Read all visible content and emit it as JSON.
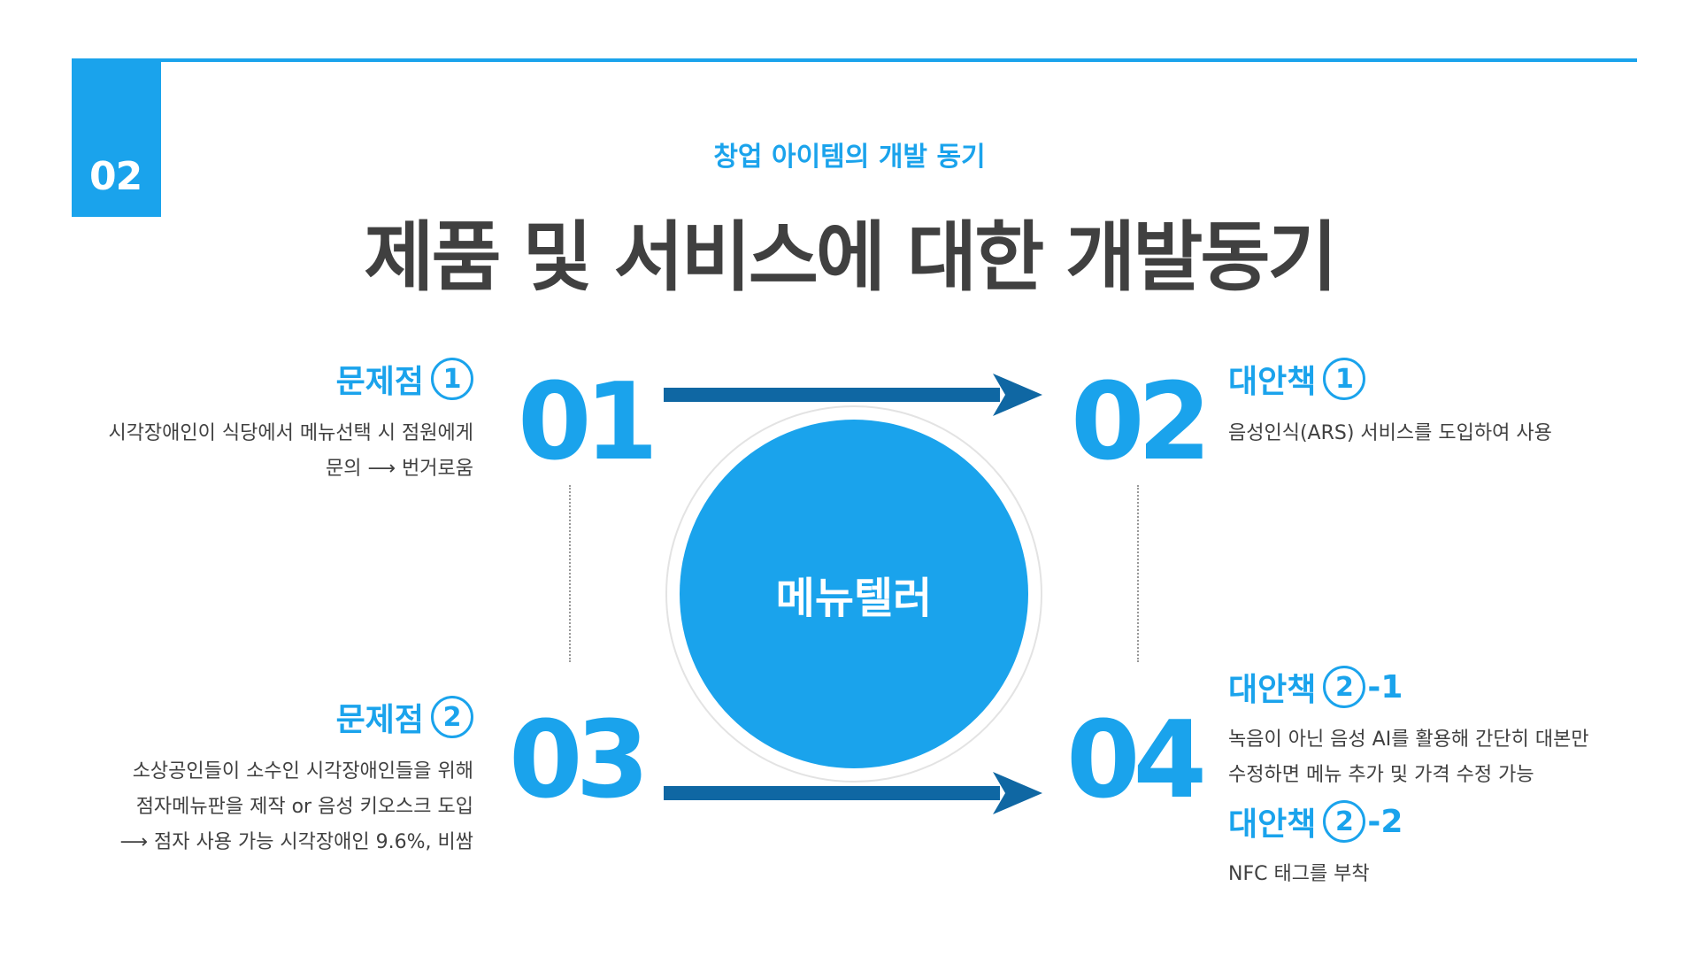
{
  "section_badge": "02",
  "subtitle": "창업 아이템의 개발 동기",
  "title": "제품 및 서비스에 대한 개발동기",
  "center_label": "메뉴텔러",
  "colors": {
    "accent": "#1aa3ec",
    "arrow": "#0f67a3",
    "text": "#404040"
  },
  "blocks": {
    "problem1": {
      "label": "문제점",
      "marker": "1",
      "number": "01",
      "lines": [
        "시각장애인이 식당에서 메뉴선택 시 점원에게",
        "문의 ⟶ 번거로움"
      ]
    },
    "solution1": {
      "label": "대안책",
      "marker": "1",
      "number": "02",
      "lines": [
        "음성인식(ARS) 서비스를 도입하여 사용"
      ]
    },
    "problem2": {
      "label": "문제점",
      "marker": "2",
      "number": "03",
      "lines": [
        "소상공인들이 소수인 시각장애인들을 위해",
        "점자메뉴판을 제작 or 음성 키오스크 도입",
        "⟶ 점자 사용 가능 시각장애인 9.6%, 비쌈"
      ]
    },
    "solution2_1": {
      "label": "대안책",
      "marker": "2",
      "suffix": "-1",
      "number": "04",
      "lines": [
        "녹음이 아닌 음성 AI를 활용해 간단히 대본만",
        "수정하면 메뉴 추가 및 가격 수정 가능"
      ]
    },
    "solution2_2": {
      "label": "대안책",
      "marker": "2",
      "suffix": "-2",
      "lines": [
        "NFC 태그를 부착"
      ]
    }
  }
}
